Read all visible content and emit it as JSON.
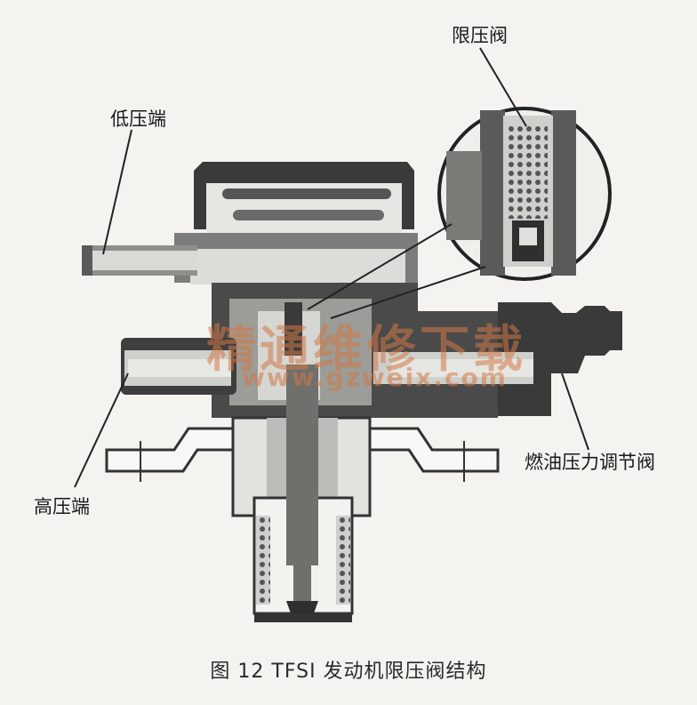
{
  "labels": {
    "limit_valve": "限压阀",
    "low_pressure_end": "低压端",
    "high_pressure_end": "高压端",
    "fuel_pressure_regulator": "燃油压力调节阀"
  },
  "watermark": {
    "text": "精通维修下载",
    "url": "www.gzweix.com"
  },
  "caption": "图 12   TFSI 发动机限压阀结构",
  "colors": {
    "background": "#f4f3ef",
    "dark_fill": "#3a3a3a",
    "mid_fill": "#8a8a8a",
    "light_fill": "#d8d8d4",
    "watermark": "#d27846"
  }
}
